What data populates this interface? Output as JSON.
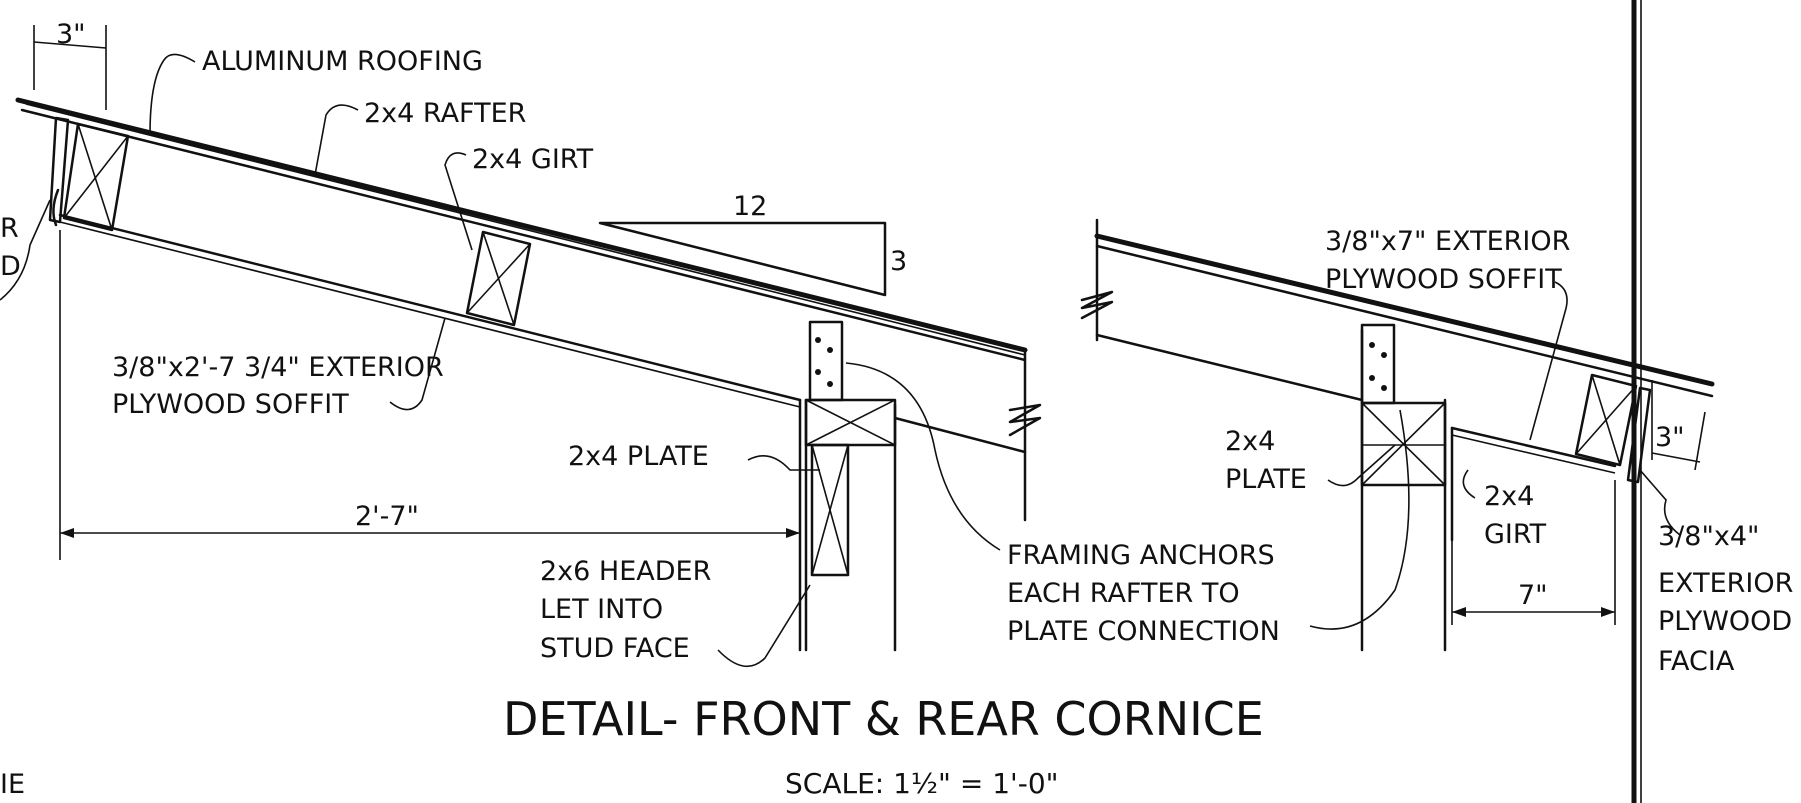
{
  "drawing": {
    "title": "DETAIL- FRONT & REAR CORNICE",
    "scale": "SCALE: 1½\" = 1'-0\"",
    "left": {
      "dim_overhang": "3\"",
      "aluminum_roofing": "ALUMINUM ROOFING",
      "rafter": "2x4 RAFTER",
      "girt": "2x4 GIRT",
      "slope_run": "12",
      "slope_rise": "3",
      "soffit_line1": "3/8\"x2'-7 3/4\" EXTERIOR",
      "soffit_line2": "PLYWOOD SOFFIT",
      "plate": "2x4 PLATE",
      "dim_span": "2'-7\"",
      "header_line1": "2x6 HEADER",
      "header_line2": "LET INTO",
      "header_line3": "STUD FACE",
      "edge_label_1": "R",
      "edge_label_2": "D"
    },
    "anchors": {
      "line1": "FRAMING ANCHORS",
      "line2": "EACH RAFTER TO",
      "line3": "PLATE CONNECTION"
    },
    "right": {
      "soffit_line1": "3/8\"x7\" EXTERIOR",
      "soffit_line2": "PLYWOOD SOFFIT",
      "plate_line1": "2x4",
      "plate_line2": "PLATE",
      "girt_line1": "2x4",
      "girt_line2": "GIRT",
      "dim_7": "7\"",
      "dim_3": "3\"",
      "facia_line1": "3/8\"x4\"",
      "facia_line2": "EXTERIOR",
      "facia_line3": "PLYWOOD",
      "facia_line4": "FACIA"
    },
    "corner_label": "IE"
  }
}
